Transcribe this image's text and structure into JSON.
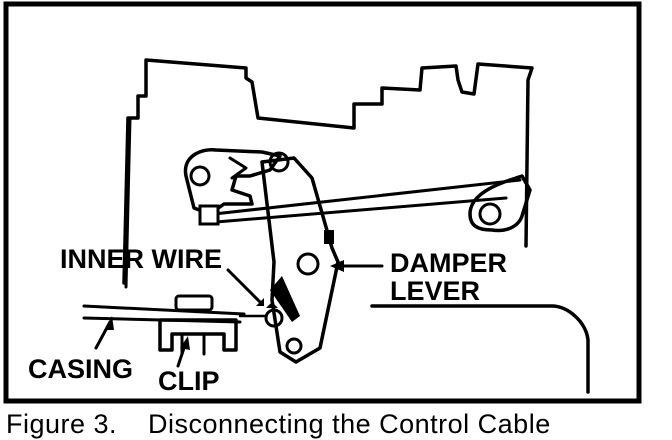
{
  "labels": {
    "inner_wire": "INNER WIRE",
    "damper_lever_line1": "DAMPER",
    "damper_lever_line2": "LEVER",
    "casing": "CASING",
    "clip": "CLIP"
  },
  "caption": {
    "number": "Figure 3.",
    "text": "Disconnecting the Control Cable"
  },
  "colors": {
    "ink": "#000000",
    "paper": "#ffffff"
  }
}
